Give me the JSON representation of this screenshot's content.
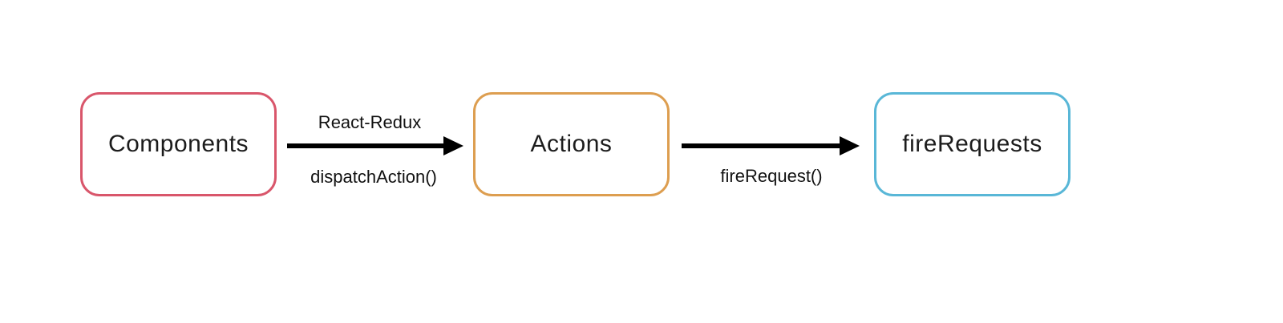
{
  "diagram": {
    "nodes": [
      {
        "id": "components",
        "label": "Components",
        "border_color": "#d9566b"
      },
      {
        "id": "actions",
        "label": "Actions",
        "border_color": "#dd9e50"
      },
      {
        "id": "fireRequests",
        "label": "fireRequests",
        "border_color": "#59b7d7"
      }
    ],
    "edges": [
      {
        "from": "components",
        "to": "actions",
        "label_top": "React-Redux",
        "label_bottom": "dispatchAction()"
      },
      {
        "from": "actions",
        "to": "fireRequests",
        "label_bottom": "fireRequest()"
      }
    ],
    "colors": {
      "background": "#ffffff",
      "arrow": "#000000",
      "text": "#1c1c1c"
    }
  }
}
